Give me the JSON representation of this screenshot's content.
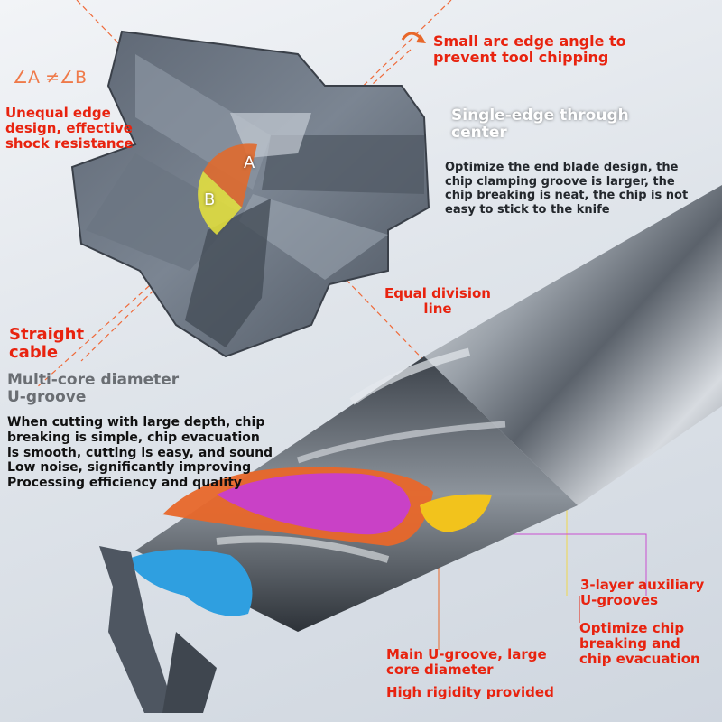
{
  "colors": {
    "accent_red": "#e8230f",
    "groove_orange": "#e8672a",
    "groove_magenta": "#c73fcf",
    "groove_yellow": "#f2c31c",
    "groove_blue": "#2f9fe0",
    "tool_steel": "#6b7480"
  },
  "end_view": {
    "angle_formula": "∠A ≠∠B",
    "label_a": "A",
    "label_b": "B",
    "unequal_edge_title": "Unequal edge\ndesign, effective\nshock resistance",
    "small_arc_title": "Small arc edge angle to\nprevent tool chipping",
    "single_edge_title": "Single-edge through\ncenter",
    "single_edge_desc": "Optimize the end blade design, the\nchip clamping groove is larger, the\nchip breaking is neat, the chip is not\neasy to stick to the knife",
    "equal_division_title": "Equal division\nline"
  },
  "side_view": {
    "straight_cable_title": "Straight\ncable",
    "multi_core_title": "Multi-core diameter\nU-groove",
    "multi_core_desc": "When cutting with large depth, chip\nbreaking is simple, chip evacuation\nis smooth, cutting is easy, and sound\nLow noise, significantly improving\nProcessing efficiency and quality",
    "three_layer_title": "3-layer auxiliary\nU-grooves",
    "three_layer_desc": "Optimize chip\nbreaking and\nchip evacuation",
    "main_groove_title": "Main U-groove, large\ncore diameter",
    "main_groove_desc": "High rigidity provided"
  }
}
